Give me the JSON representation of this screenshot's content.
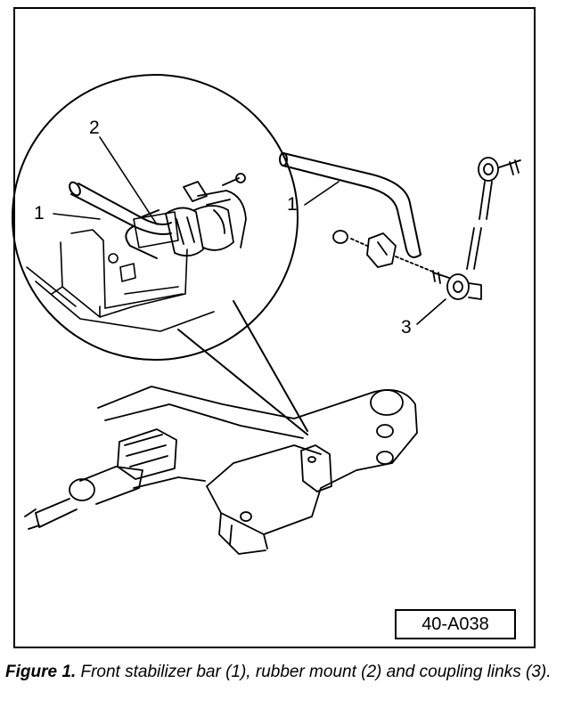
{
  "diagram": {
    "callouts": {
      "bar_detail": "1",
      "mount_detail": "2",
      "bar_exploded": "1",
      "link_exploded": "3"
    },
    "reference_code": "40-A038"
  },
  "caption": {
    "label": "Figure 1.",
    "text": "Front stabilizer bar (1), rubber mount (2) and coupling links (3)."
  }
}
